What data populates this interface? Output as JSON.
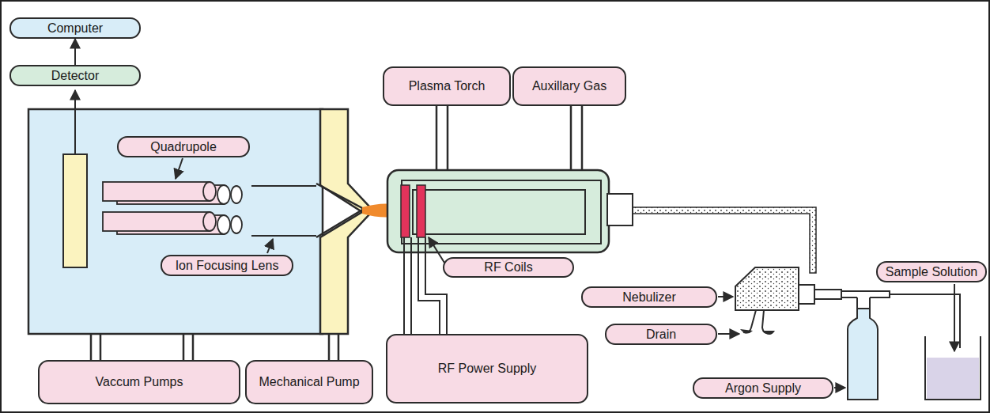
{
  "diagram": {
    "nodes": [
      {
        "text": [
          "Computer"
        ]
      },
      {
        "text": [
          "Detector"
        ]
      },
      {
        "text": [
          "Quadrupole"
        ]
      },
      {
        "text": [
          "Plasma Torch"
        ]
      },
      {
        "text": [
          "Auxillary Gas"
        ]
      },
      {
        "text": [
          "Ion Focusing Lens"
        ]
      },
      {
        "text": [
          "RF Coils"
        ]
      },
      {
        "text": [
          "Sample Solution"
        ]
      },
      {
        "text": [
          "Nebulizer"
        ]
      },
      {
        "text": [
          "Drain"
        ]
      },
      {
        "text": [
          "Argon Supply"
        ]
      },
      {
        "text": [
          "Vaccum Pumps"
        ]
      },
      {
        "text": [
          "Mechanical Pump"
        ]
      },
      {
        "text": [
          "RF Power Supply"
        ]
      }
    ],
    "edges": [
      {
        "from": 1,
        "to": 0,
        "arrow": "to"
      }
    ]
  }
}
